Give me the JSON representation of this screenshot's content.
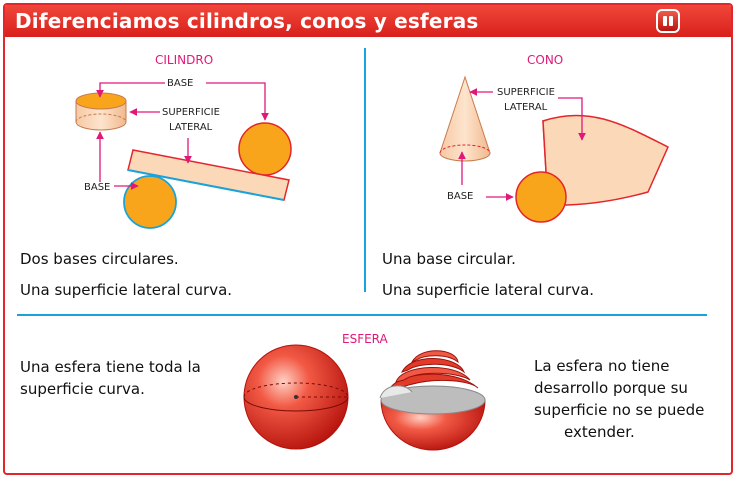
{
  "header": {
    "title": "Diferenciamos cilindros, conos y esferas"
  },
  "cylinder": {
    "title": "CILINDRO",
    "label_base_top": "BASE",
    "label_surface_1": "SUPERFICIE",
    "label_surface_2": "LATERAL",
    "label_base_bottom": "BASE",
    "line1": "Dos bases circulares.",
    "line2": "Una superficie lateral curva."
  },
  "cone": {
    "title": "CONO",
    "label_surface_1": "SUPERFICIE",
    "label_surface_2": "LATERAL",
    "label_base": "BASE",
    "line1": "Una base circular.",
    "line2": "Una superficie lateral curva."
  },
  "sphere": {
    "title": "ESFERA",
    "left_line1": "Una esfera tiene toda la",
    "left_line2": "superficie curva.",
    "right_line1": "La esfera no tiene",
    "right_line2": "desarrollo porque su",
    "right_line3": "superficie no se puede",
    "right_line4": "extender."
  },
  "colors": {
    "header_red": "#e3262b",
    "accent_pink": "#e0187a",
    "divider_blue": "#1aa3d9",
    "orange": "#f9a51b",
    "peach": "#fbd9b8"
  }
}
